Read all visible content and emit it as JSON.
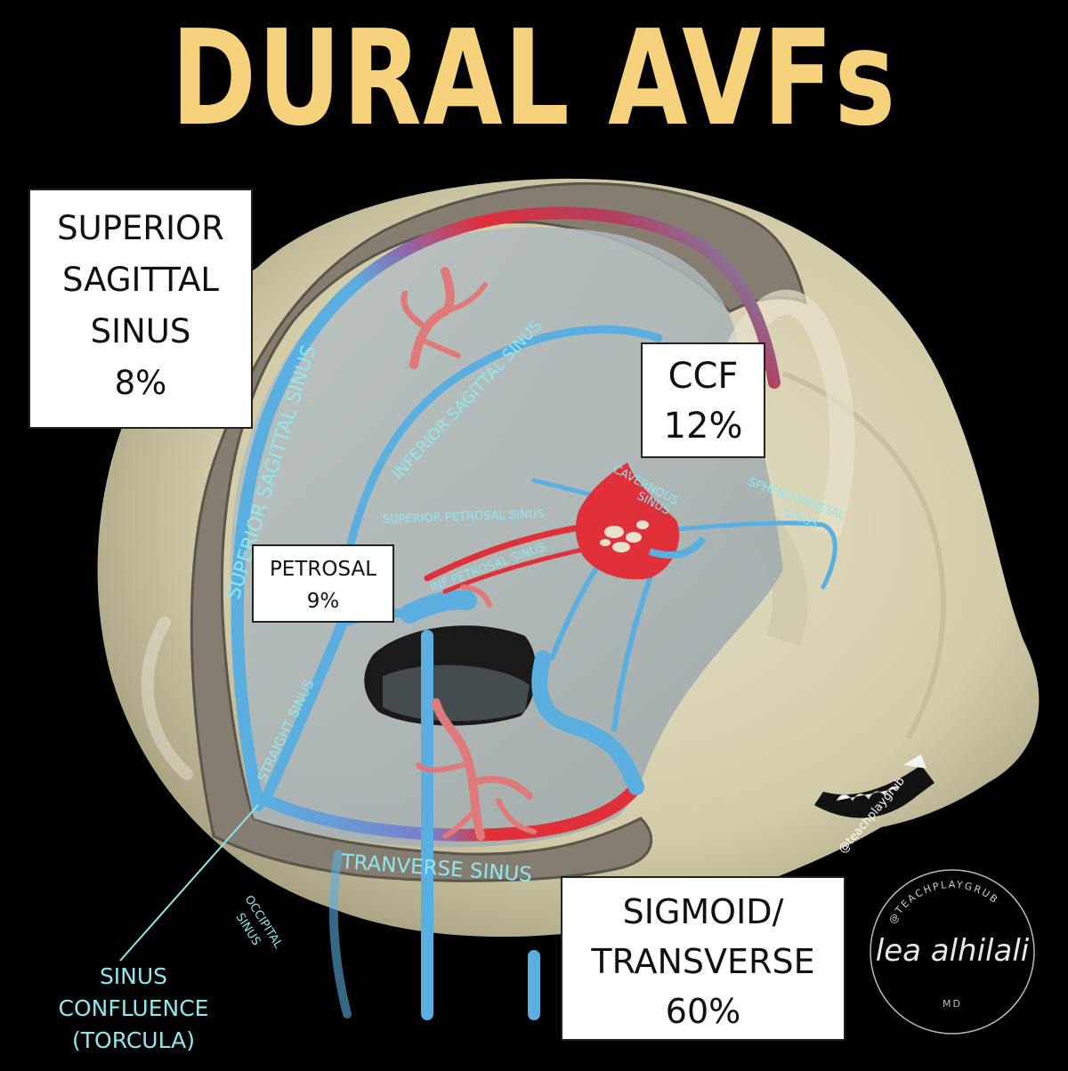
{
  "title": "DURAL AVFs",
  "boxes": {
    "sss": {
      "lines": [
        "SUPERIOR",
        "SAGITTAL",
        "SINUS",
        "8%"
      ]
    },
    "ccf": {
      "lines": [
        "CCF",
        "12%"
      ]
    },
    "petrosal": {
      "lines": [
        "PETROSAL",
        "9%"
      ]
    },
    "sigmoid": {
      "lines": [
        "SIGMOID/",
        "TRANSVERSE",
        "60%"
      ]
    }
  },
  "labels": {
    "superior_sagittal_sinus": "SUPERIOR SAGITTAL SINUS",
    "inferior_sagittal_sinus": "INFERIOR SAGITTAL SINUS",
    "superior_petrosal_sinus": "SUPERIOR PETROSAL SINUS",
    "inf_petrosal_sinus": "INF PETROSAL SINUS",
    "cavernous_sinus": [
      "CAVERNOUS",
      "SINUS"
    ],
    "sphenoparietal_sinus": [
      "SPHENOPARIETAL",
      "SINUS"
    ],
    "straight_sinus": "STRAIGHT SINUS",
    "transverse_sinus": "TRANVERSE SINUS",
    "occipital_sinus": [
      "OCCIPITAL",
      "SINUS"
    ],
    "sinus_confluence": [
      "SINUS",
      "CONFLUENCE",
      "(TORCULA)"
    ]
  },
  "watermark": "@teachplaygrub",
  "signature": {
    "ring_text": "@TEACHPLAYGRUB",
    "name": "lea alhilali",
    "suffix": "MD"
  },
  "colors": {
    "background": "#000000",
    "title": "#f7d27c",
    "vein_blue": "#5aaee0",
    "artery_red": "#e0303a",
    "label_cyan": "#8fe6ef",
    "skull": "#d9d4bb",
    "dura": "#8a8275"
  }
}
